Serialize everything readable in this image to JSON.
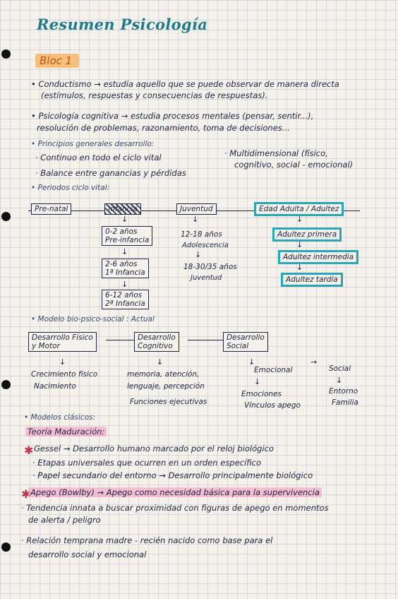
{
  "title": "Resumen Psicología",
  "bloc": "Bloc 1",
  "defs": {
    "conductismo_1": "• Conductismo → estudia aquello que se puede observar de manera directa",
    "conductismo_2": "(estímulos, respuestas y consecuencias de respuestas).",
    "cognitiva_1": "• Psicología cognitiva → estudia procesos mentales (pensar, sentir...),",
    "cognitiva_2": "resolución de problemas, razonamiento, toma de decisiones..."
  },
  "principios": {
    "heading": "• Principios generales desarrollo:",
    "p1": "· Continuo en todo el ciclo vital",
    "p2": "· Balance entre ganancias y pérdidas",
    "p3_1": "· Multidimensional (físico,",
    "p3_2": "cognitivo, social - emocional)"
  },
  "periodos": {
    "heading": "• Periodos ciclo vital:",
    "prenatal": "Pre-natal",
    "infancia": "Infancia",
    "juventud": "Juventud",
    "adultez": "Edad Adulta / Adultez",
    "inf_0_2_a": "0-2 años",
    "inf_0_2_b": "Pre-infancia",
    "inf_2_6_a": "2-6 años",
    "inf_2_6_b": "1ª Infancia",
    "inf_6_12_a": "6-12 años",
    "inf_6_12_b": "2ª Infancia",
    "juv_12_18_a": "12-18 años",
    "juv_12_18_b": "Adolescencia",
    "juv_18_30_a": "18-30/35 años",
    "juv_18_30_b": "Juventud",
    "adultez_primera": "Adultez primera",
    "adultez_intermedia": "Adultez intermedia",
    "adultez_tardia": "Adultez tardía"
  },
  "modelo": {
    "heading": "• Modelo bio-psico-social : Actual",
    "fisico_1": "Desarrollo Físico",
    "fisico_2": "y Motor",
    "cognitivo_1": "Desarrollo",
    "cognitivo_2": "Cognitivo",
    "social_1": "Desarrollo",
    "social_2": "Social",
    "fisico_sub_1": "Crecimiento físico",
    "fisico_sub_2": "Nacimiento",
    "cognitivo_sub_1": "memoria, atención,",
    "cognitivo_sub_2": "lenguaje, percepción",
    "cognitivo_sub_3": "Funciones ejecutivas",
    "emocional": "Emocional",
    "emocional_sub_1": "Emociones",
    "emocional_sub_2": "Vínculos apego",
    "social_sub": "Social",
    "social_sub_1": "Entorno",
    "social_sub_2": "Familia"
  },
  "clasicos": {
    "heading": "• Modelos clásicos:",
    "teoria": "Teoría Maduración:",
    "gessel": "Gessel → Desarrollo humano marcado por el reloj biológico",
    "gessel_b1": "· Etapas universales que ocurren en un orden específico",
    "gessel_b2": "· Papel secundario del entorno → Desarrollo principalmente biológico",
    "apego": "Apego (Bowlby) → Apego como necesidad básica para la supervivencia",
    "apego_b1_1": "· Tendencia innata a buscar proximidad con figuras de apego en momentos",
    "apego_b1_2": "de alerta / peligro",
    "apego_b2_1": "· Relación temprana madre - recién nacido como base para el",
    "apego_b2_2": "desarrollo social y emocional"
  },
  "colors": {
    "title": "#1f7a8a",
    "bloc": "#f6c07c",
    "teal_box": "#2aa6b8",
    "ink": "#1d2440",
    "star": "#c0334d"
  }
}
